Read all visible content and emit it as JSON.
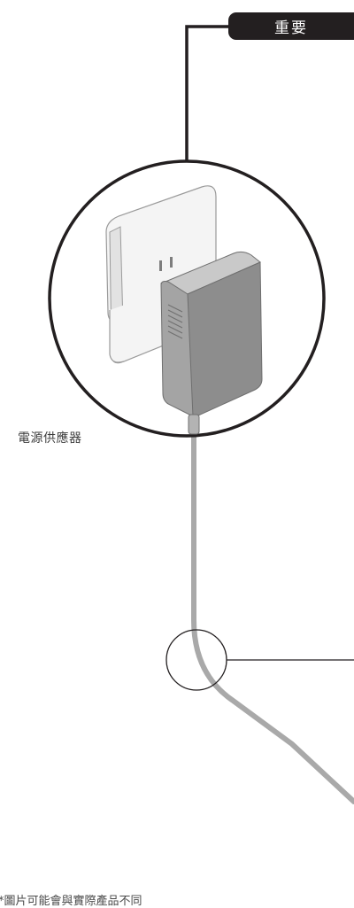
{
  "badge": {
    "label": "重要"
  },
  "labels": {
    "power_adapter": "電源供應器"
  },
  "footnote": {
    "text": "*圖片可能會與實際產品不同"
  },
  "colors": {
    "badge_bg": "#231f20",
    "cable": "#a9a9a9",
    "adapter_body": "#8d8d8d",
    "outlet": "#f4f4f4",
    "outline": "#231f20"
  },
  "icons": {
    "adapter": "power-adapter-illustration",
    "outlet": "wall-outlet-illustration"
  }
}
